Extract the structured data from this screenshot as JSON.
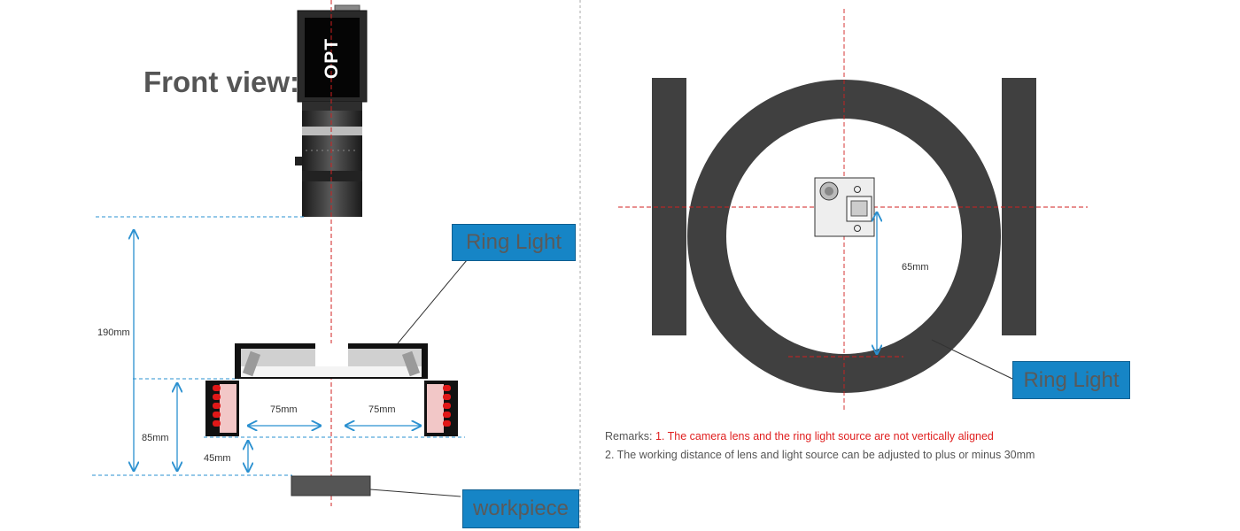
{
  "front_view": {
    "title": "Front view:",
    "camera_brand": "OPT",
    "ring_light_label": "Ring Light",
    "workpiece_label": "workpiece",
    "dimensions": {
      "camera_to_workpiece": "190mm",
      "ring_light_height": "85mm",
      "light_to_workpiece": "45mm",
      "left_offset": "75mm",
      "right_offset": "75mm"
    }
  },
  "top_view": {
    "ring_light_label": "Ring Light",
    "offset_dimension": "65mm"
  },
  "remarks": {
    "prefix": "Remarks: ",
    "line1": "1. The camera lens and the ring light source are not vertically aligned",
    "line2": "2. The working distance of lens and light source can be adjusted to plus or minus 30mm"
  },
  "colors": {
    "callout_blue": "#1685c6",
    "dimension_blue": "#2a90d0",
    "axis_red": "#d02020",
    "ring_dark": "#404040",
    "led_red": "#e01818"
  }
}
